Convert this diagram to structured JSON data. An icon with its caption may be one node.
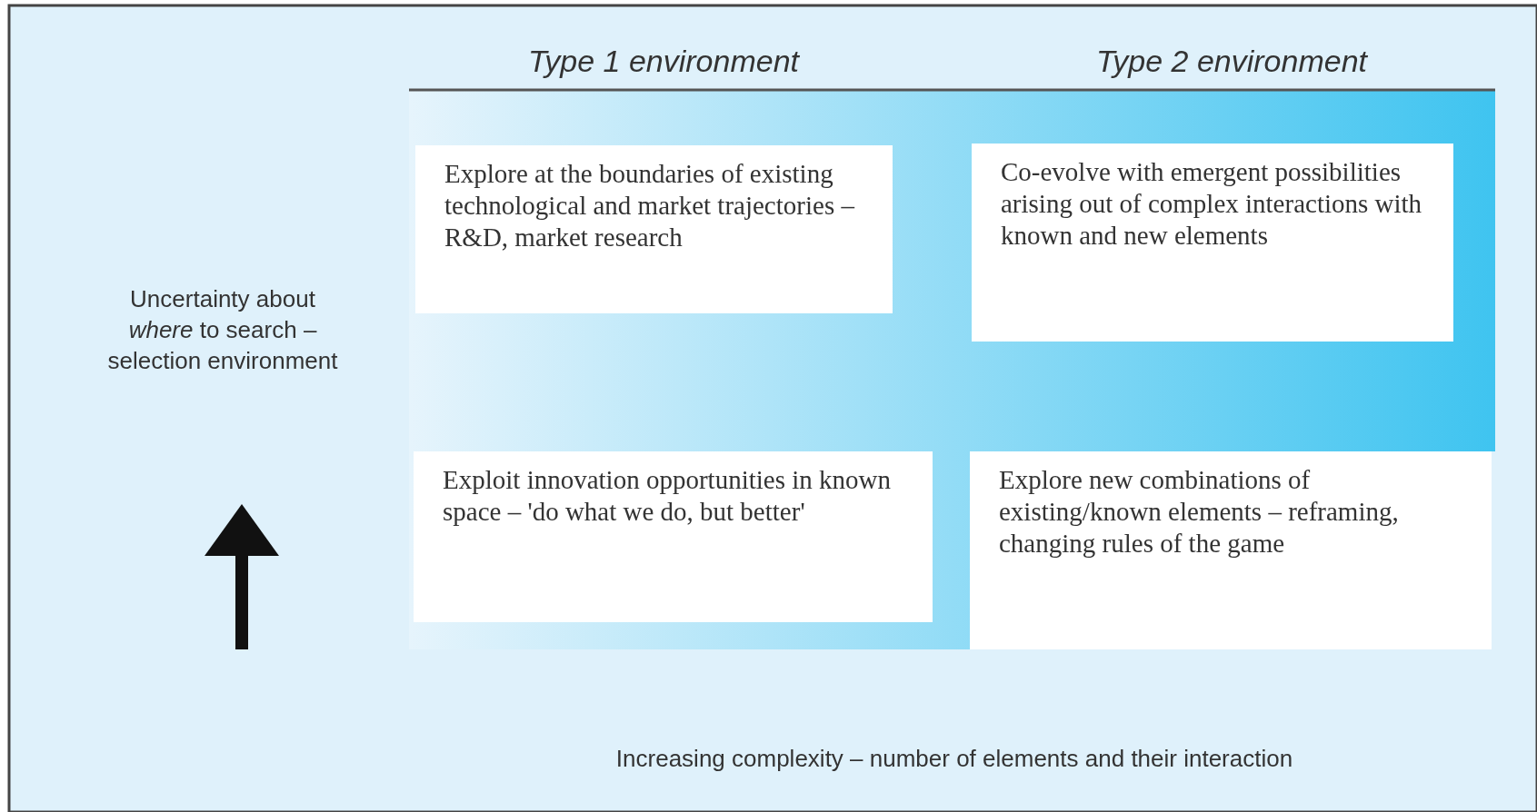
{
  "diagram": {
    "nodes": [
      {
        "text": [
          "Explore at the boundaries of existing technological and market trajectories – R&D, market research"
        ]
      },
      {
        "text": [
          "Co-evolve with emergent possibilities arising out of complex interactions with known and new elements"
        ]
      },
      {
        "text": [
          "Exploit innovation opportunities in known space – 'do what we do, but better'"
        ]
      },
      {
        "text": [
          "Explore new combinations of existing/known elements – reframing, changing rules of the game"
        ]
      }
    ],
    "labels": [
      "Type 1 environment",
      "Type 2 environment",
      "Uncertainty about *where* to search – selection environment",
      "Increasing complexity – number of elements and their interaction"
    ]
  }
}
